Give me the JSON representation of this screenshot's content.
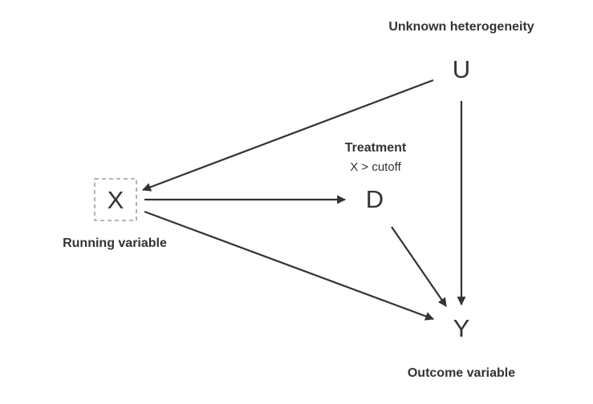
{
  "nodes": {
    "u": {
      "letter": "U",
      "caption": "Unknown heterogeneity"
    },
    "x": {
      "letter": "X",
      "caption": "Running variable"
    },
    "d": {
      "letter": "D",
      "caption": "Treatment",
      "subcaption": "X > cutoff"
    },
    "y": {
      "letter": "Y",
      "caption": "Outcome variable"
    }
  },
  "edges": [
    {
      "from": "U",
      "to": "X"
    },
    {
      "from": "U",
      "to": "Y"
    },
    {
      "from": "X",
      "to": "D"
    },
    {
      "from": "X",
      "to": "Y"
    },
    {
      "from": "D",
      "to": "Y"
    }
  ],
  "colors": {
    "ink": "#333333",
    "dashed_box": "#888888",
    "background": "#ffffff"
  }
}
